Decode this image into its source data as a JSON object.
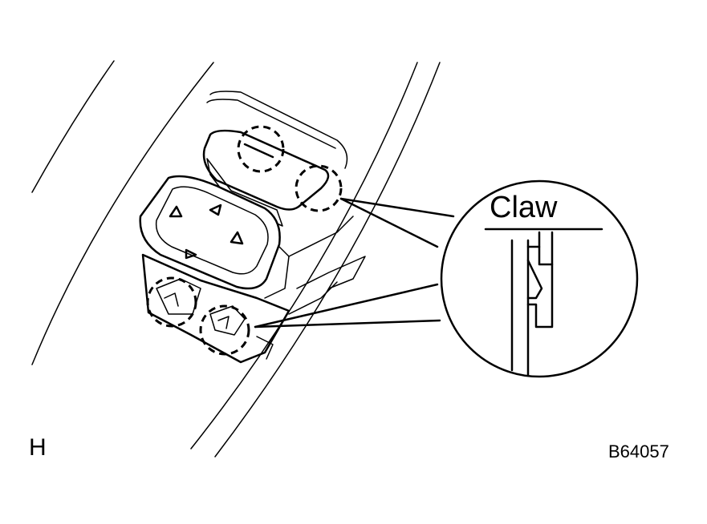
{
  "diagram": {
    "callout_label": "Claw",
    "view_letter": "H",
    "figure_code": "B64057",
    "colors": {
      "line": "#000000",
      "background": "#ffffff"
    }
  }
}
